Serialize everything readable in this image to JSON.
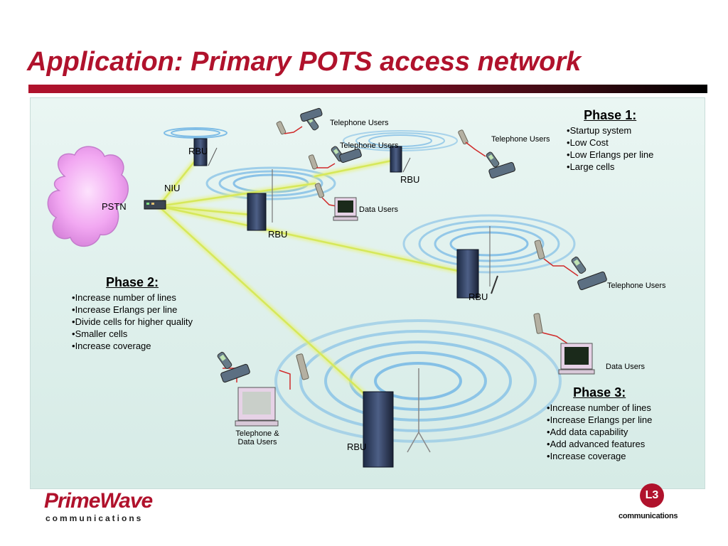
{
  "title": "Application:  Primary POTS access network",
  "colors": {
    "title_red": "#b0122c",
    "link_yellow_green": "#e8f27a",
    "ring_blue": "#7fbde6",
    "cloud_pink": "#f2a8f2"
  },
  "network": {
    "pstn_label": "PSTN",
    "niu_label": "NIU",
    "rbu_label": "RBU",
    "user_labels": {
      "telephone_top": "Telephone Users",
      "telephone_mid": "Telephone Users",
      "telephone_right": "Telephone Users",
      "telephone_far_right": "Telephone Users",
      "data_mid": "Data Users",
      "data_right": "Data Users",
      "tel_data": "Telephone & Data Users"
    }
  },
  "phase1": {
    "heading": "Phase 1:",
    "items": [
      "Startup system",
      "Low Cost",
      "Low Erlangs per line",
      "Large cells"
    ]
  },
  "phase2": {
    "heading": "Phase 2:",
    "items": [
      "Increase number of lines",
      "Increase Erlangs per line",
      "Divide cells for higher quality",
      "Smaller cells",
      "Increase coverage"
    ]
  },
  "phase3": {
    "heading": "Phase 3:",
    "items": [
      "Increase number of lines",
      "Increase Erlangs per line",
      "Add data capability",
      "Add advanced features",
      "Increase coverage"
    ]
  },
  "footer": {
    "primewave_name": "PrimeWave",
    "primewave_sub": "communications",
    "l3_badge": "L3",
    "l3_text": "communications"
  }
}
